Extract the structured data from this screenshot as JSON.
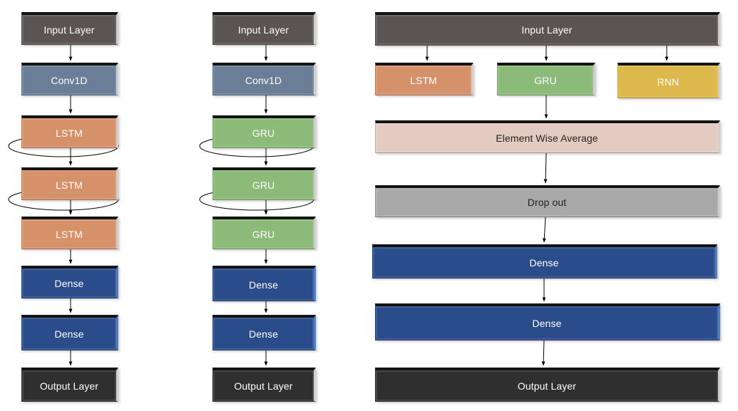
{
  "columns": [
    {
      "layers": [
        {
          "label": "Input Layer",
          "kind": "input"
        },
        {
          "label": "Conv1D",
          "kind": "conv"
        },
        {
          "label": "LSTM",
          "kind": "lstm"
        },
        {
          "label": "LSTM",
          "kind": "lstm"
        },
        {
          "label": "LSTM",
          "kind": "lstm"
        },
        {
          "label": "Dense",
          "kind": "dense"
        },
        {
          "label": "Dense",
          "kind": "dense"
        },
        {
          "label": "Output Layer",
          "kind": "output"
        }
      ]
    },
    {
      "layers": [
        {
          "label": "Input Layer",
          "kind": "input"
        },
        {
          "label": "Conv1D",
          "kind": "conv"
        },
        {
          "label": "GRU",
          "kind": "gru"
        },
        {
          "label": "GRU",
          "kind": "gru"
        },
        {
          "label": "GRU",
          "kind": "gru"
        },
        {
          "label": "Dense",
          "kind": "dense"
        },
        {
          "label": "Dense",
          "kind": "dense"
        },
        {
          "label": "Output Layer",
          "kind": "output"
        }
      ]
    },
    {
      "input": {
        "label": "Input Layer",
        "kind": "input"
      },
      "branches": [
        {
          "label": "LSTM",
          "kind": "lstm"
        },
        {
          "label": "GRU",
          "kind": "gru"
        },
        {
          "label": "RNN",
          "kind": "rnn"
        }
      ],
      "average": {
        "label": "Element Wise Average",
        "kind": "avg"
      },
      "dropout": {
        "label": "Drop out",
        "kind": "dropout"
      },
      "dense1": {
        "label": "Dense",
        "kind": "dense"
      },
      "dense2": {
        "label": "Dense",
        "kind": "dense"
      },
      "output": {
        "label": "Output Layer",
        "kind": "output"
      }
    }
  ],
  "colors": {
    "input": "#5a5454",
    "conv": "#6a7f97",
    "lstm": "#d5916a",
    "gru": "#8cbb79",
    "rnn": "#ddb84d",
    "dense": "#2a4c8b",
    "output": "#2f2f2f",
    "average": "#e3cbc1",
    "dropout": "#a8a8a8",
    "arrow": "#000000"
  }
}
